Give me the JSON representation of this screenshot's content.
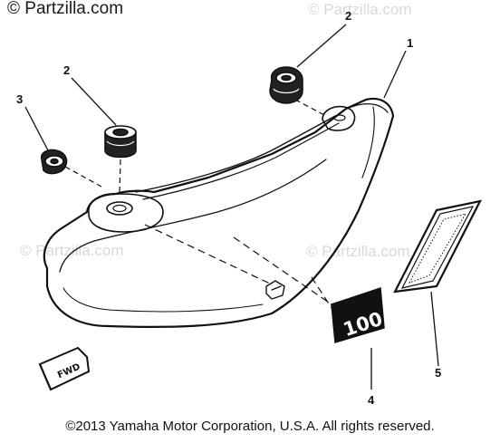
{
  "watermark": {
    "main": "© Partzilla.com",
    "faint": "© Partzilla.com"
  },
  "copyright": "©2013  Yamaha Motor Corporation, U.S.A. All rights reserved.",
  "callouts": {
    "side_cover": "1",
    "grommet_upper": "2",
    "grommet_left": "2",
    "damper": "3",
    "emblem_100": "4",
    "emblem_backing": "5"
  },
  "decal_text": "100",
  "fwd_arrow_text": "FWD",
  "colors": {
    "ink": "#111111",
    "paper": "#ffffff",
    "watermark": "#d9d9d9"
  }
}
